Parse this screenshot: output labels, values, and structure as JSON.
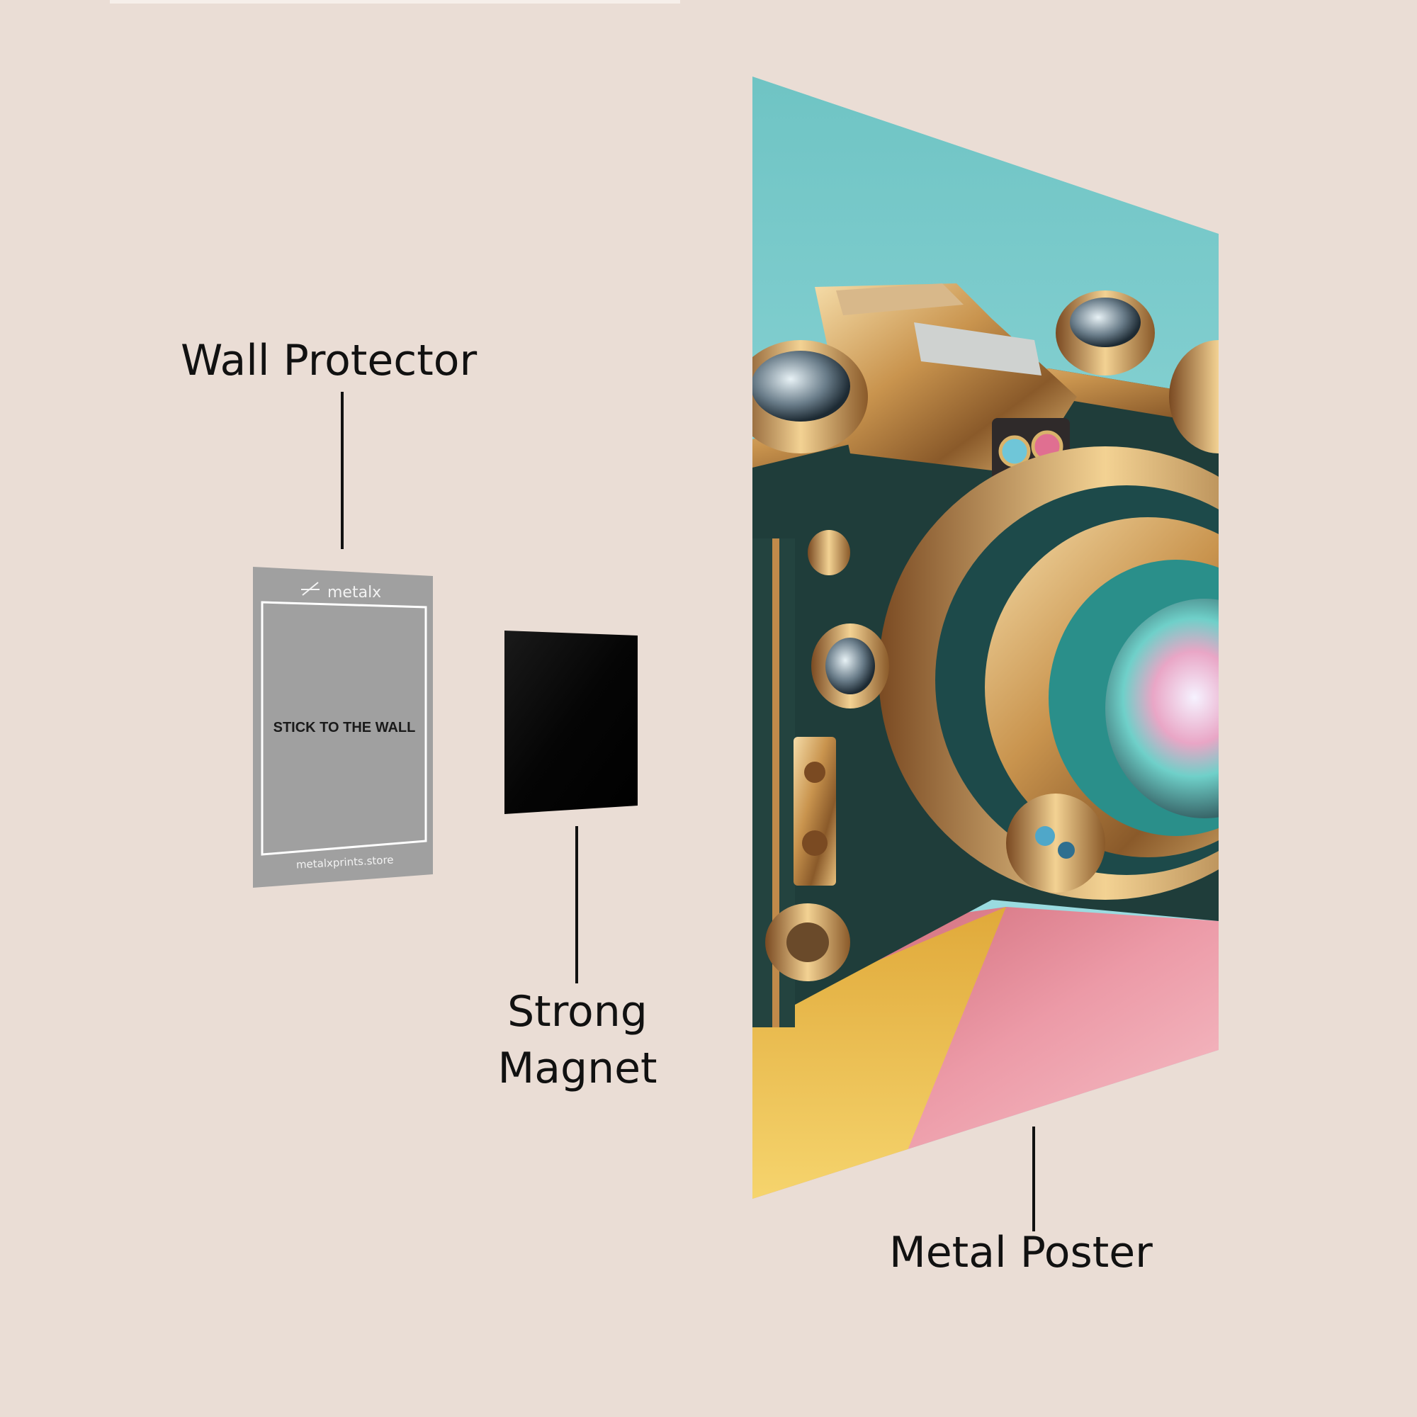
{
  "labels": {
    "wall_protector": "Wall Protector",
    "strong_magnet_line1": "Strong",
    "strong_magnet_line2": "Magnet",
    "metal_poster": "Metal Poster"
  },
  "wall_protector_card": {
    "brand": "metalx",
    "instruction": "STICK TO THE WALL",
    "website": "metalxprints.store"
  },
  "colors": {
    "background": "#eaddd5",
    "protector_gray": "#a0a0a0",
    "magnet_black": "#050505",
    "sky_teal": "#7fcfcf",
    "floor_yellow": "#f0c85a",
    "floor_pink": "#f3b9c0",
    "gold": "#c99a55"
  },
  "icons": {
    "brand_mark": "metalx-logo-icon"
  }
}
